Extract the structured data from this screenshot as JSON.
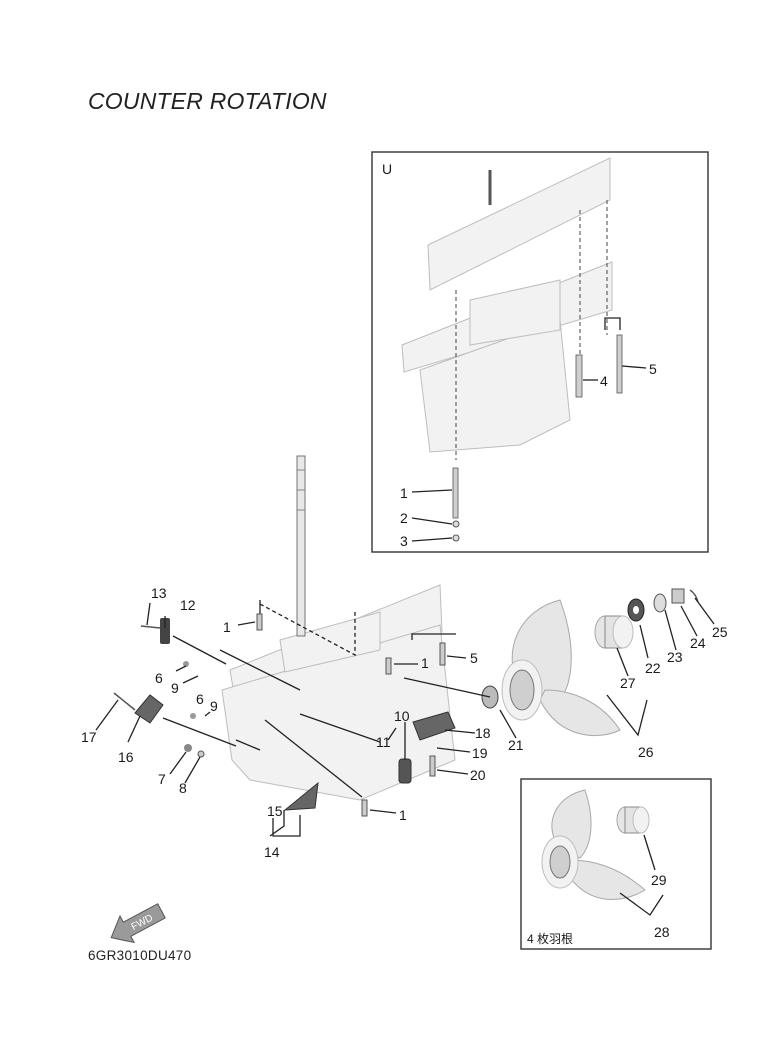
{
  "title": "COUNTER ROTATION",
  "drawing_code": "6GR3010DU470",
  "inset_top": {
    "label": "U"
  },
  "inset_bottom": {
    "label": "4 枚羽根"
  },
  "fwd_label": "FWD",
  "callouts_top": [
    "1",
    "2",
    "3",
    "4",
    "5"
  ],
  "callouts_main": [
    "1",
    "5",
    "1",
    "1",
    "6",
    "9",
    "6",
    "9",
    "7",
    "8",
    "10",
    "11",
    "12",
    "13",
    "14",
    "15",
    "16",
    "17",
    "18",
    "19",
    "20",
    "21",
    "22",
    "23",
    "24",
    "25",
    "26",
    "27"
  ],
  "callouts_bottom": [
    "28",
    "29"
  ]
}
